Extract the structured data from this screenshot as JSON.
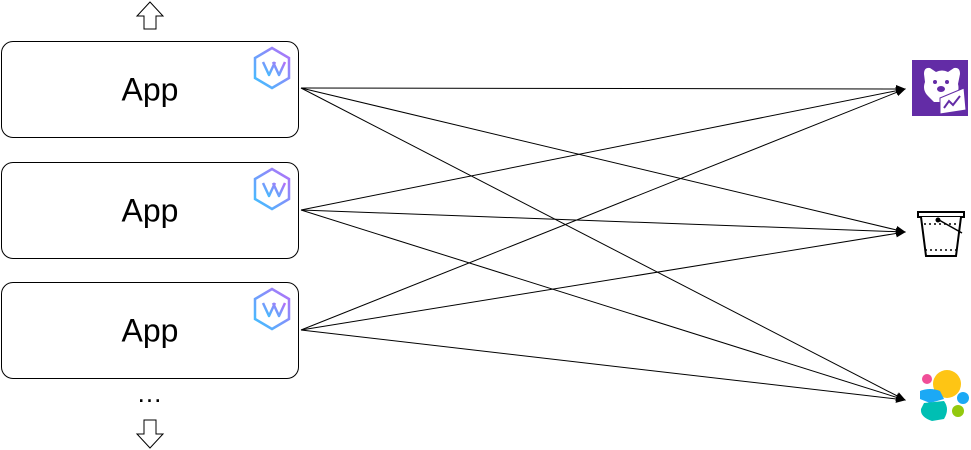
{
  "apps": [
    {
      "label": "App"
    },
    {
      "label": "App"
    },
    {
      "label": "App"
    }
  ],
  "more_label": "...",
  "sinks": [
    {
      "icon": "datadog-icon"
    },
    {
      "icon": "bucket-icon"
    },
    {
      "icon": "elasticsearch-icon"
    }
  ],
  "colors": {
    "line": "#000000",
    "datadog_purple": "#632ca6",
    "vector_gradient_start": "#3cc3ff",
    "vector_gradient_end": "#b56ef8",
    "elastic_yellow": "#fec514",
    "elastic_pink": "#f04e98",
    "elastic_teal": "#00bfb3",
    "elastic_blue": "#1ba9f5",
    "elastic_green": "#93c90e"
  }
}
